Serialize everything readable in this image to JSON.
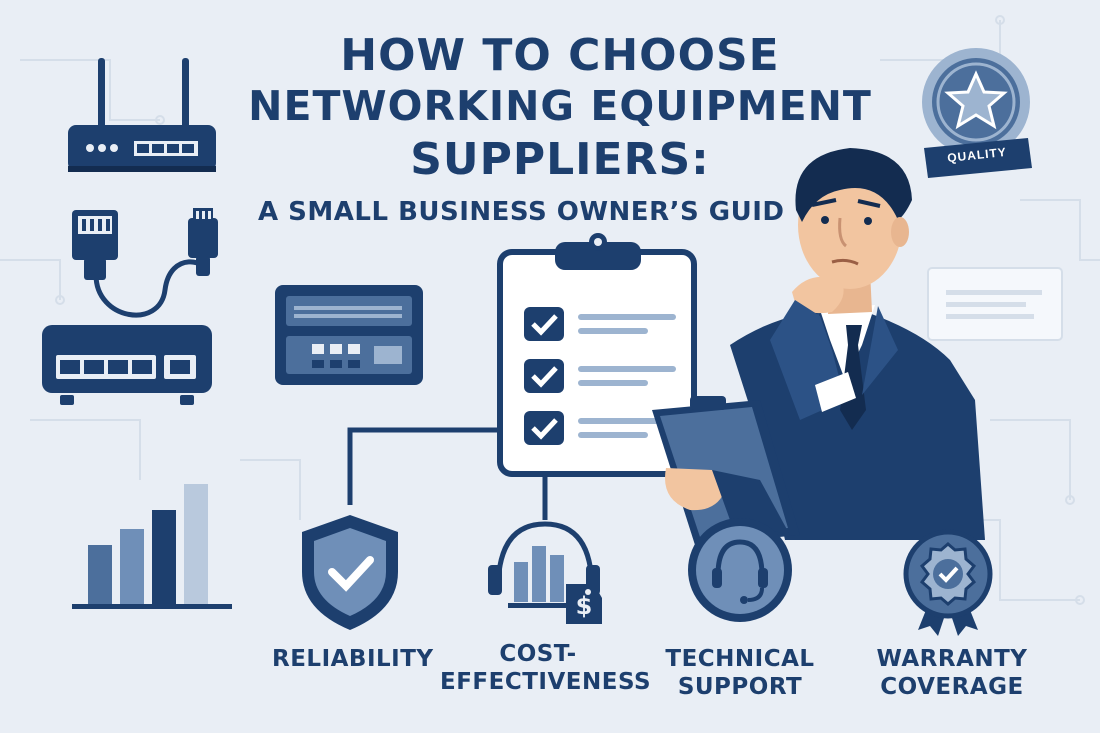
{
  "title": {
    "line1": "HOW TO CHOOSE",
    "line2": "NETWORKING EQUIPMENT",
    "line3": "SUPPLIERS:",
    "subtitle": "A SMALL BUSINESS OWNER’S GUID"
  },
  "quality_badge": {
    "label": "QUALITY"
  },
  "criteria": [
    {
      "line1": "RELIABILITY",
      "line2": ""
    },
    {
      "line1": "COST-",
      "line2": "EFFECTIVENESS"
    },
    {
      "line1": "TECHNICAL",
      "line2": "SUPPORT"
    },
    {
      "line1": "WARRANTY",
      "line2": "COVERAGE"
    }
  ],
  "bar_chart_levels": [
    0.45,
    0.58,
    0.72,
    0.92
  ],
  "currency_symbol": "$",
  "colors": {
    "navy": "#1d3f6e",
    "mid_blue": "#4c6f9c",
    "light_blue": "#9db4d0",
    "background": "#e9eef5",
    "skin": "#f2c5a0"
  },
  "icons": [
    "router-icon",
    "ethernet-cable-icon",
    "network-switch-icon",
    "server-icon",
    "bar-chart-icon",
    "checklist-clipboard-icon",
    "shield-check-icon",
    "cost-chart-icon",
    "headset-icon",
    "warranty-ribbon-icon",
    "quality-badge-icon"
  ]
}
